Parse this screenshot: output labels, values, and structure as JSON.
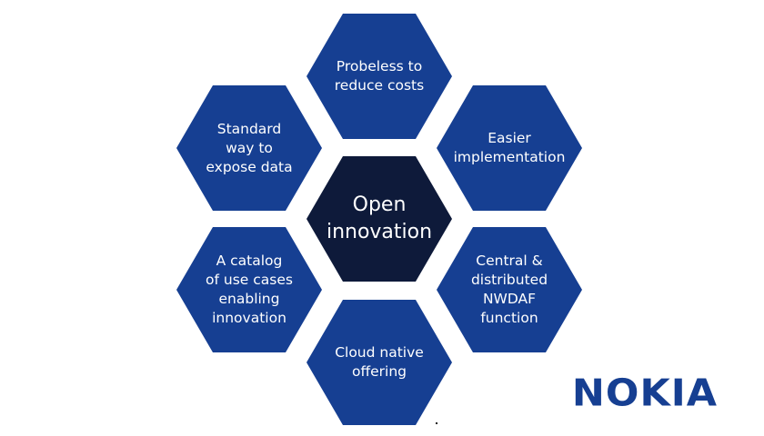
{
  "center": {
    "label": "Open\ninnovation"
  },
  "hexagons": [
    {
      "label": "Probeless to\nreduce costs"
    },
    {
      "label": "Easier\nimplementation"
    },
    {
      "label": "Central &\ndistributed\nNWDAF\nfunction"
    },
    {
      "label": "Cloud native\noffering"
    },
    {
      "label": "A catalog\nof use cases\nenabling\ninnovation"
    },
    {
      "label": "Standard\nway to\nexpose data"
    }
  ],
  "logo": {
    "text": "NOKIA"
  },
  "colors": {
    "outer_hex": "#163f92",
    "center_hex": "#0e1a3a",
    "logo": "#163f92",
    "text": "#ffffff"
  }
}
